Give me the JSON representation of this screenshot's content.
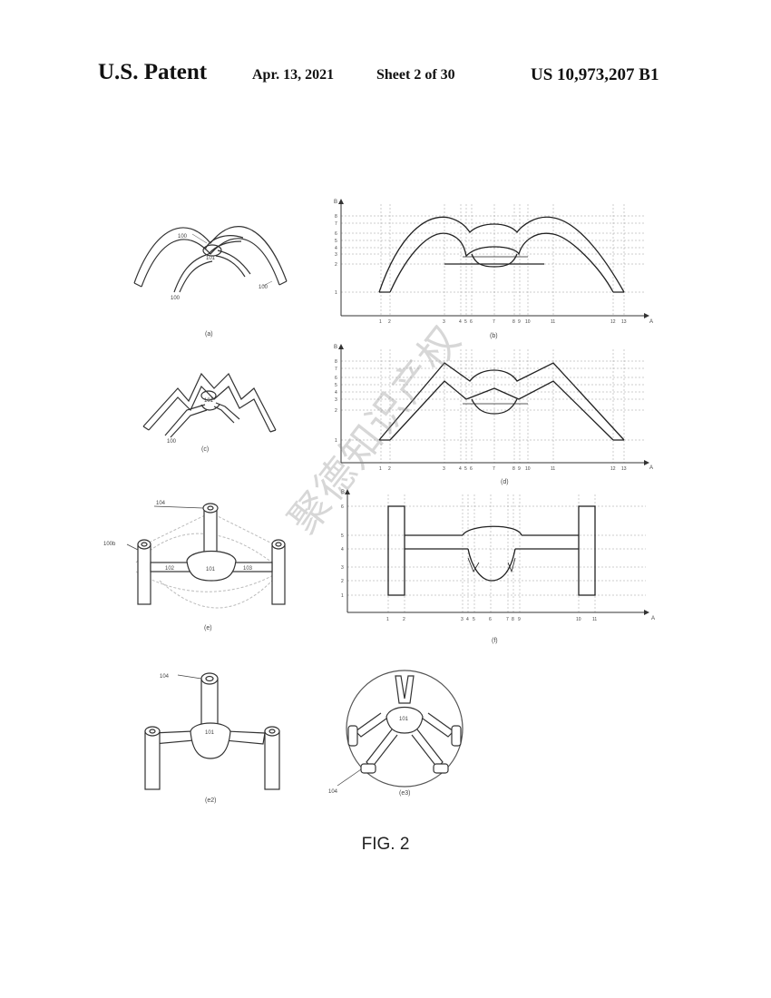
{
  "header": {
    "patent_label": "U.S. Patent",
    "date": "Apr. 13, 2021",
    "sheet": "Sheet 2 of 30",
    "patent_number": "US 10,973,207 B1"
  },
  "figure_caption": "FIG. 2",
  "watermark": "聚德知识产权",
  "panels": {
    "a": {
      "label": "(a)",
      "refs": [
        "101",
        "100",
        "100",
        "100"
      ]
    },
    "b": {
      "label": "(b)",
      "x_axis": "A",
      "y_axis": "B",
      "x_ticks": [
        "1",
        "2",
        "3",
        "4",
        "5",
        "6",
        "7",
        "8",
        "9",
        "10",
        "11",
        "12",
        "13"
      ],
      "y_ticks": [
        "1",
        "2",
        "3",
        "4",
        "5",
        "6",
        "7",
        "8"
      ]
    },
    "c": {
      "label": "(c)",
      "refs": [
        "101",
        "100"
      ]
    },
    "d": {
      "label": "(d)",
      "x_axis": "A",
      "y_axis": "B",
      "x_ticks": [
        "1",
        "2",
        "3",
        "4",
        "5",
        "6",
        "7",
        "8",
        "9",
        "10",
        "11",
        "12",
        "13"
      ],
      "y_ticks": [
        "1",
        "2",
        "3",
        "4",
        "5",
        "6",
        "7",
        "8"
      ]
    },
    "e": {
      "label": "(e)",
      "refs": [
        "104",
        "100b",
        "102",
        "101",
        "103"
      ]
    },
    "f": {
      "label": "(f)",
      "x_axis": "A",
      "y_axis": "B",
      "x_ticks": [
        "1",
        "2",
        "3",
        "4",
        "5",
        "6",
        "7",
        "8",
        "9",
        "10",
        "11"
      ],
      "y_ticks": [
        "1",
        "2",
        "3",
        "4",
        "5",
        "6"
      ]
    },
    "e2": {
      "label": "(e2)",
      "refs": [
        "104",
        "101"
      ]
    },
    "e3": {
      "label": "(e3)",
      "refs": [
        "101",
        "104"
      ]
    }
  }
}
